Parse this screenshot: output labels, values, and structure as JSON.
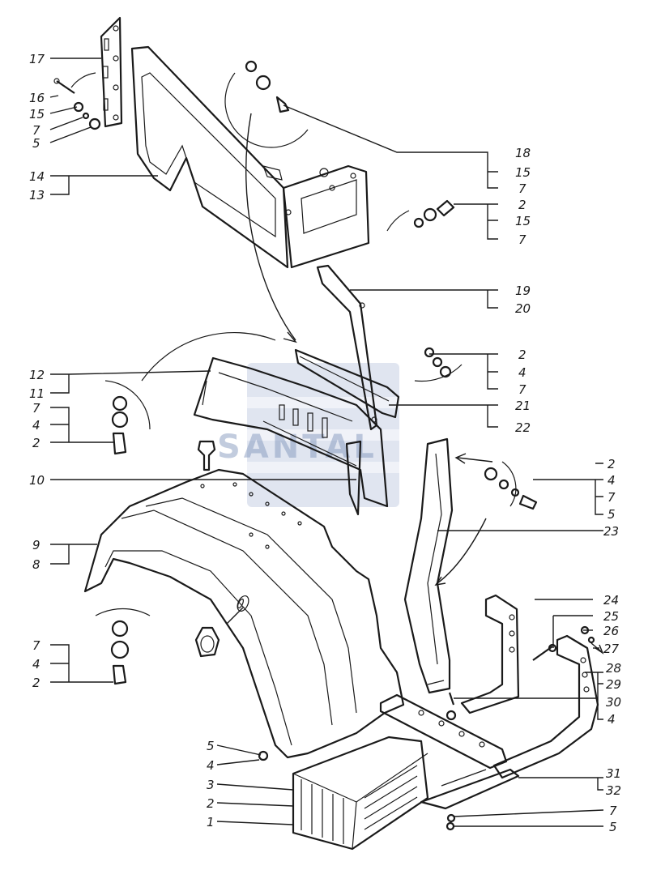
{
  "watermark": {
    "text": "SANTAL",
    "color": "#7a8fb8"
  },
  "part_labels": [
    {
      "id": "l17a",
      "text": "17"
    },
    {
      "id": "l16a",
      "text": "16"
    },
    {
      "id": "l15a",
      "text": "15"
    },
    {
      "id": "l7a",
      "text": "7"
    },
    {
      "id": "l5a",
      "text": "5"
    },
    {
      "id": "l14",
      "text": "14"
    },
    {
      "id": "l13",
      "text": "13"
    },
    {
      "id": "l18",
      "text": "18"
    },
    {
      "id": "l15b",
      "text": "15"
    },
    {
      "id": "l7b",
      "text": "7"
    },
    {
      "id": "l2a",
      "text": "2"
    },
    {
      "id": "l15c",
      "text": "15"
    },
    {
      "id": "l7c",
      "text": "7"
    },
    {
      "id": "l19",
      "text": "19"
    },
    {
      "id": "l20",
      "text": "20"
    },
    {
      "id": "l2b",
      "text": "2"
    },
    {
      "id": "l4a",
      "text": "4"
    },
    {
      "id": "l7d",
      "text": "7"
    },
    {
      "id": "l21",
      "text": "21"
    },
    {
      "id": "l22",
      "text": "22"
    },
    {
      "id": "l12",
      "text": "12"
    },
    {
      "id": "l11",
      "text": "11"
    },
    {
      "id": "l7e",
      "text": "7"
    },
    {
      "id": "l4b",
      "text": "4"
    },
    {
      "id": "l2c",
      "text": "2"
    },
    {
      "id": "l2d",
      "text": "2"
    },
    {
      "id": "l4c",
      "text": "4"
    },
    {
      "id": "l7f",
      "text": "7"
    },
    {
      "id": "l5b",
      "text": "5"
    },
    {
      "id": "l10",
      "text": "10"
    },
    {
      "id": "l23",
      "text": "23"
    },
    {
      "id": "l9",
      "text": "9"
    },
    {
      "id": "l8",
      "text": "8"
    },
    {
      "id": "l24",
      "text": "24"
    },
    {
      "id": "l25",
      "text": "25"
    },
    {
      "id": "l26",
      "text": "26"
    },
    {
      "id": "l27",
      "text": "27"
    },
    {
      "id": "l28",
      "text": "28"
    },
    {
      "id": "l29",
      "text": "29"
    },
    {
      "id": "l7g",
      "text": "7"
    },
    {
      "id": "l4d",
      "text": "4"
    },
    {
      "id": "l2e",
      "text": "2"
    },
    {
      "id": "l30",
      "text": "30"
    },
    {
      "id": "l4e",
      "text": "4"
    },
    {
      "id": "l5c",
      "text": "5"
    },
    {
      "id": "l4f",
      "text": "4"
    },
    {
      "id": "l31",
      "text": "31"
    },
    {
      "id": "l32",
      "text": "32"
    },
    {
      "id": "l3",
      "text": "3"
    },
    {
      "id": "l2f",
      "text": "2"
    },
    {
      "id": "l7h",
      "text": "7"
    },
    {
      "id": "l1",
      "text": "1"
    },
    {
      "id": "l5d",
      "text": "5"
    }
  ]
}
